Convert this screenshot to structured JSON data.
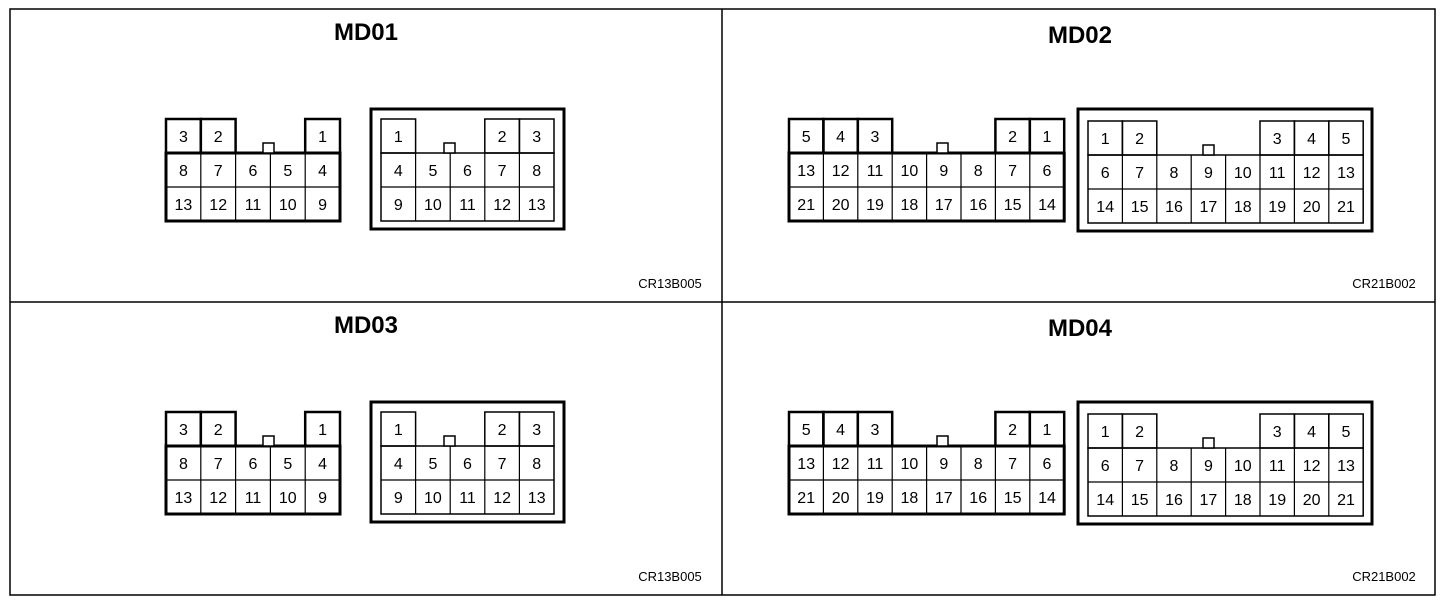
{
  "panels": [
    {
      "title": "MD01",
      "code": "CR13B005",
      "layout": "13",
      "male": {
        "rows": [
          [
            "3",
            "2",
            "",
            "",
            "1"
          ],
          [
            "8",
            "7",
            "6",
            "5",
            "4"
          ],
          [
            "13",
            "12",
            "11",
            "10",
            "9"
          ]
        ]
      },
      "female": {
        "rows": [
          [
            "1",
            "",
            "",
            "2",
            "3"
          ],
          [
            "4",
            "5",
            "6",
            "7",
            "8"
          ],
          [
            "9",
            "10",
            "11",
            "12",
            "13"
          ]
        ]
      }
    },
    {
      "title": "MD02",
      "code": "CR21B002",
      "layout": "21",
      "male": {
        "rows": [
          [
            "5",
            "4",
            "3",
            "",
            "",
            "",
            "2",
            "1"
          ],
          [
            "13",
            "12",
            "11",
            "10",
            "9",
            "8",
            "7",
            "6"
          ],
          [
            "21",
            "20",
            "19",
            "18",
            "17",
            "16",
            "15",
            "14"
          ]
        ]
      },
      "female": {
        "rows": [
          [
            "1",
            "2",
            "",
            "",
            "",
            "3",
            "4",
            "5"
          ],
          [
            "6",
            "7",
            "8",
            "9",
            "10",
            "11",
            "12",
            "13"
          ],
          [
            "14",
            "15",
            "16",
            "17",
            "18",
            "19",
            "20",
            "21"
          ]
        ]
      }
    },
    {
      "title": "MD03",
      "code": "CR13B005",
      "layout": "13",
      "male": {
        "rows": [
          [
            "3",
            "2",
            "",
            "",
            "1"
          ],
          [
            "8",
            "7",
            "6",
            "5",
            "4"
          ],
          [
            "13",
            "12",
            "11",
            "10",
            "9"
          ]
        ]
      },
      "female": {
        "rows": [
          [
            "1",
            "",
            "",
            "2",
            "3"
          ],
          [
            "4",
            "5",
            "6",
            "7",
            "8"
          ],
          [
            "9",
            "10",
            "11",
            "12",
            "13"
          ]
        ]
      }
    },
    {
      "title": "MD04",
      "code": "CR21B002",
      "layout": "21",
      "male": {
        "rows": [
          [
            "5",
            "4",
            "3",
            "",
            "",
            "",
            "2",
            "1"
          ],
          [
            "13",
            "12",
            "11",
            "10",
            "9",
            "8",
            "7",
            "6"
          ],
          [
            "21",
            "20",
            "19",
            "18",
            "17",
            "16",
            "15",
            "14"
          ]
        ]
      },
      "female": {
        "rows": [
          [
            "1",
            "2",
            "",
            "",
            "",
            "3",
            "4",
            "5"
          ],
          [
            "6",
            "7",
            "8",
            "9",
            "10",
            "11",
            "12",
            "13"
          ],
          [
            "14",
            "15",
            "16",
            "17",
            "18",
            "19",
            "20",
            "21"
          ]
        ]
      }
    }
  ]
}
